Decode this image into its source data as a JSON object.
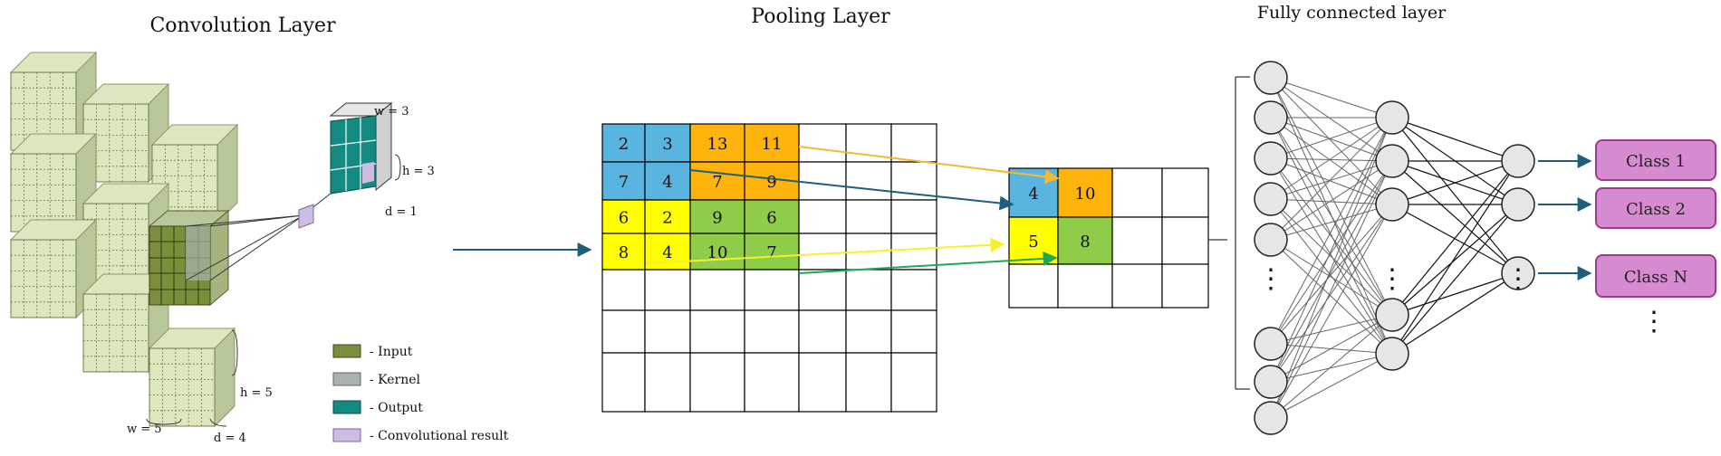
{
  "titles": {
    "convolution": "Convolution Layer",
    "pooling": "Pooling Layer",
    "fully_connected": "Fully connected layer"
  },
  "conv": {
    "kernel_w": "w = 3",
    "kernel_h": "h = 3",
    "kernel_d": "d = 1",
    "input_h": "h = 5",
    "input_w": "w = 5",
    "input_d": "d = 4",
    "legend": [
      {
        "label": "- Input",
        "color": "#7a8f3b"
      },
      {
        "label": "- Kernel",
        "color": "#a8b3ad"
      },
      {
        "label": "- Output",
        "color": "#138a82"
      },
      {
        "label": "- Convolutional result",
        "color": "#cdbde0"
      }
    ],
    "colors": {
      "cube": "#dde7bf",
      "cube_dark": "#b8c79a",
      "output": "#138a82",
      "result": "#cdbde0"
    }
  },
  "pooling": {
    "input_grid": [
      [
        "2",
        "3",
        "13",
        "11"
      ],
      [
        "7",
        "4",
        "7",
        "9"
      ],
      [
        "6",
        "2",
        "9",
        "6"
      ],
      [
        "8",
        "4",
        "10",
        "7"
      ]
    ],
    "output_grid": [
      [
        "4",
        "10"
      ],
      [
        "5",
        "8"
      ]
    ],
    "colors": {
      "blue": "#5ab4e0",
      "orange": "#ffb40d",
      "yellow": "#ffff00",
      "green": "#8fcc4a",
      "arrow_orange": "#f7b731",
      "arrow_blue": "#1f5e7c",
      "arrow_yellow": "#f4f02b",
      "arrow_green": "#1fa65a"
    }
  },
  "fc": {
    "classes": [
      "Class 1",
      "Class 2",
      "Class N"
    ],
    "dots": "⋮",
    "colors": {
      "node": "#e6e6e6",
      "class_fill": "#d68ad0",
      "class_border": "#a1378f",
      "arrow": "#1f5e7c"
    }
  }
}
